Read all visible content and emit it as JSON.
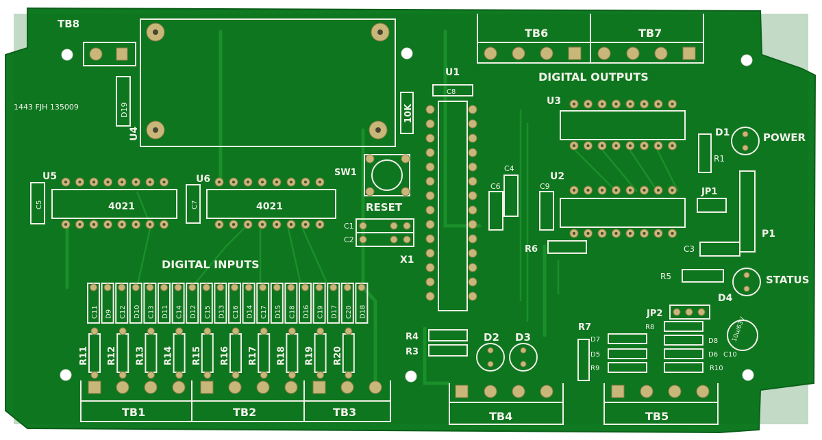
{
  "board": {
    "colors": {
      "pcb": "#0f7a21",
      "pcb_dark": "#0b6a1b",
      "silk": "#f0f0e6",
      "pad": "#c9b77a",
      "bg": "#ffffff"
    },
    "labels": {
      "tb8": "TB8",
      "tb6": "TB6",
      "tb7": "TB7",
      "tb1": "TB1",
      "tb2": "TB2",
      "tb3": "TB3",
      "tb4": "TB4",
      "tb5": "TB5",
      "digital_outputs": "DIGITAL OUTPUTS",
      "digital_inputs": "DIGITAL INPUTS",
      "fjh": "1443 FJH 135009",
      "u1": "U1",
      "u2": "U2",
      "u3": "U3",
      "u4": "U4",
      "u5": "U5",
      "u6": "U6",
      "ic_4021_a": "4021",
      "ic_4021_b": "4021",
      "sw1": "SW1",
      "reset": "RESET",
      "x1": "X1",
      "r10k": "10K",
      "power": "POWER",
      "status": "STATUS",
      "d1": "D1",
      "d2": "D2",
      "d3": "D3",
      "d4": "D4",
      "r1": "R1",
      "jp1": "JP1",
      "jp2": "JP2",
      "p1": "P1",
      "c3": "C3",
      "r5": "R5",
      "r6": "R6",
      "r7": "R7",
      "r3": "R3",
      "r4": "R4",
      "r8": "R8",
      "r9": "R9",
      "r10": "R10",
      "c1": "C1",
      "c2": "C2",
      "c4": "C4",
      "c5": "C5",
      "c6": "C6",
      "c7": "C7",
      "c8": "C8",
      "c9": "C9",
      "c10": "C10",
      "d5": "D5",
      "d6": "D6",
      "d7": "D7",
      "d8": "D8",
      "d19": "D19",
      "cap_val": "10u/63V"
    },
    "input_row": [
      "C11",
      "D9",
      "C12",
      "D10",
      "C13",
      "D11",
      "C14",
      "D12",
      "C15",
      "D13",
      "C16",
      "D14",
      "C17",
      "D15",
      "C18",
      "D16",
      "C19",
      "D17",
      "C20",
      "D18"
    ],
    "resistors": [
      "R11",
      "R12",
      "R13",
      "R14",
      "R15",
      "R16",
      "R17",
      "R18",
      "R19",
      "R20"
    ]
  }
}
